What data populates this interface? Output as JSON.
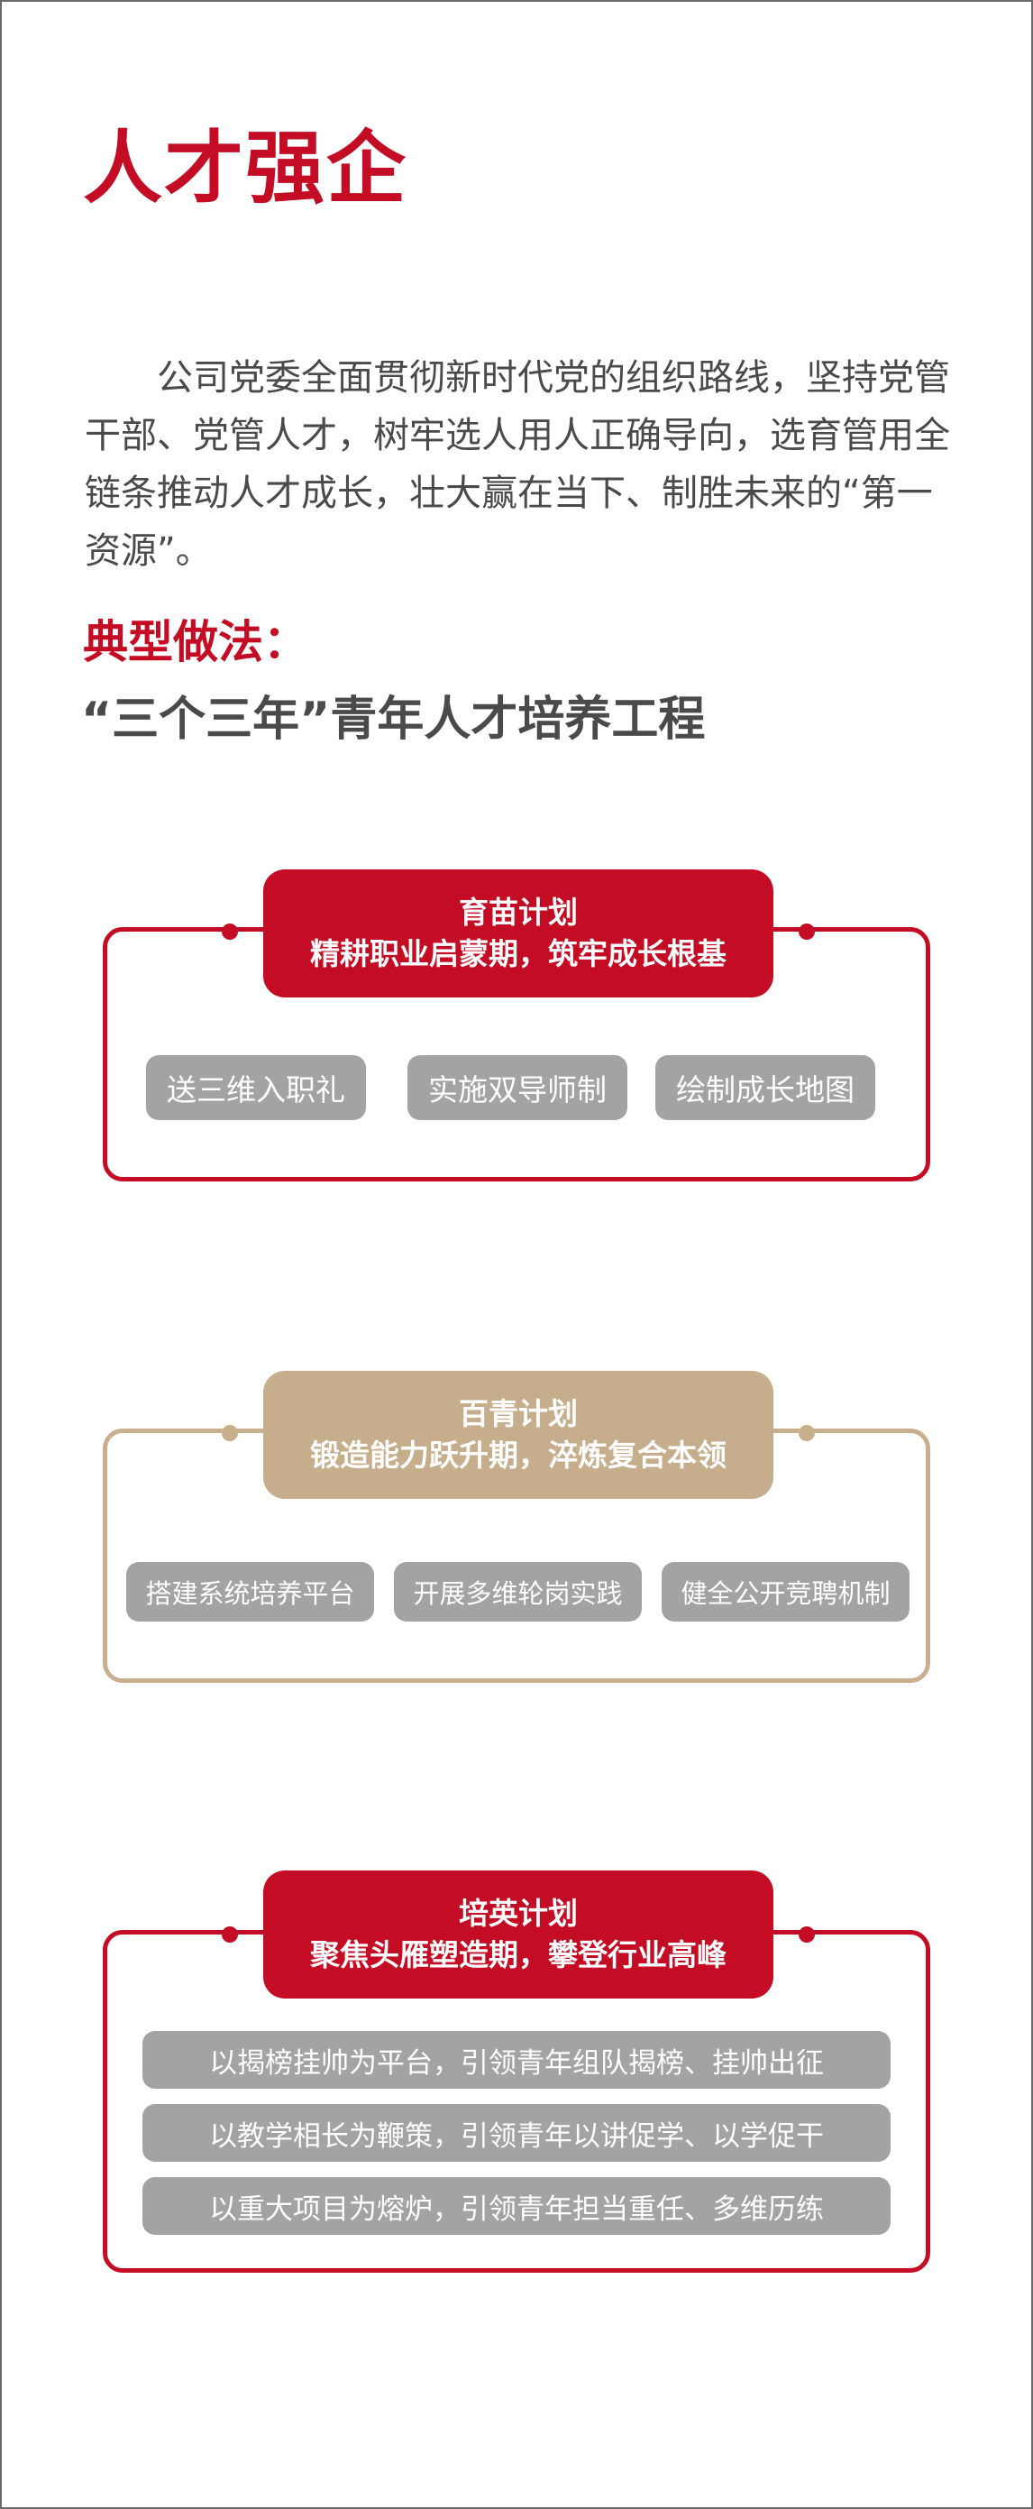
{
  "title": "人才强企",
  "intro": "公司党委全面贯彻新时代党的组织路线，坚持党管干部、党管人才，树牢选人用人正确导向，选育管用全链条推动人才成长，壮大赢在当下、制胜未来的“第一资源”。",
  "method_label": "典型做法：",
  "program_title": "“三个三年”青年人才培养工程",
  "colors": {
    "accent_red": "#c40d25",
    "accent_tan": "#c6ad8c",
    "pill_gray": "#a3a3a5",
    "text_gray": "#4a4a4a"
  },
  "plans": [
    {
      "name": "育苗计划",
      "subtitle": "精耕职业启蒙期，筑牢成长根基",
      "color": "red",
      "items": [
        "送三维入职礼",
        "实施双导师制",
        "绘制成长地图"
      ]
    },
    {
      "name": "百青计划",
      "subtitle": "锻造能力跃升期，淬炼复合本领",
      "color": "tan",
      "items": [
        "搭建系统培养平台",
        "开展多维轮岗实践",
        "健全公开竞聘机制"
      ]
    },
    {
      "name": "培英计划",
      "subtitle": "聚焦头雁塑造期，攀登行业高峰",
      "color": "red",
      "items": [
        "以揭榜挂帅为平台，引领青年组队揭榜、挂帅出征",
        "以教学相长为鞭策，引领青年以讲促学、以学促干",
        "以重大项目为熔炉，引领青年担当重任、多维历练"
      ]
    }
  ]
}
